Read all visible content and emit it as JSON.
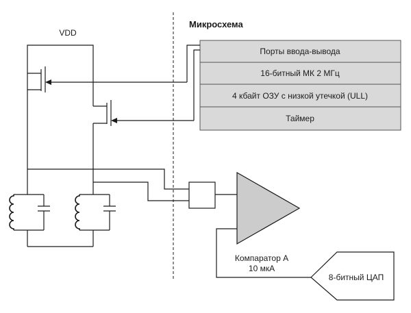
{
  "chip": {
    "title": "Микросхема",
    "blocks": [
      {
        "label": "Порты ввода-вывода"
      },
      {
        "label": "16-битный МК 2 МГц"
      },
      {
        "label": "4 кбайт ОЗУ с низкой утечкой (ULL)"
      },
      {
        "label": "Таймер"
      }
    ],
    "fill": "#d9d9d9"
  },
  "supply": {
    "label": "VDD"
  },
  "comparator": {
    "name": "Компаратор A",
    "current": "10 мкА",
    "fill": "#cccccc"
  },
  "dac": {
    "label": "8-битный ЦАП"
  }
}
